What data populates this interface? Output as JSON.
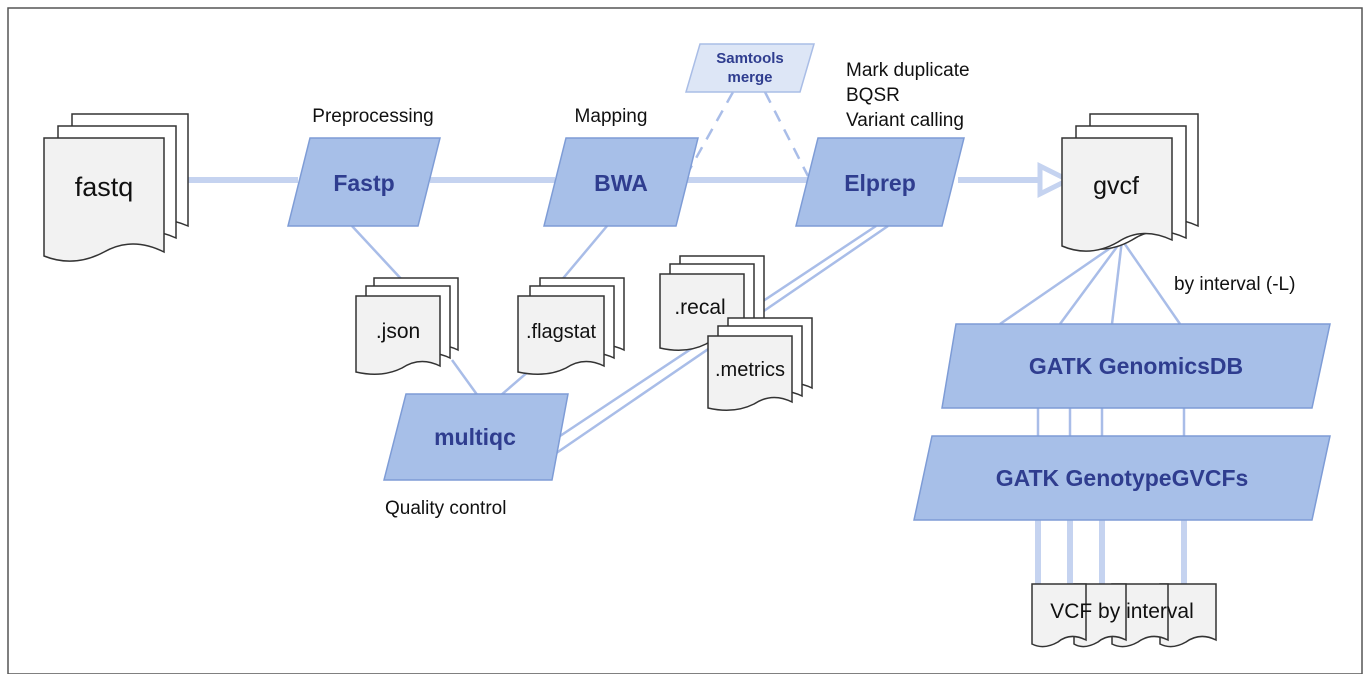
{
  "nodes": {
    "fastq": "fastq",
    "fastp": "Fastp",
    "bwa": "BWA",
    "elprep": "Elprep",
    "gvcf": "gvcf",
    "samtools_line1": "Samtools",
    "samtools_line2": "merge",
    "json": ".json",
    "flagstat": ".flagstat",
    "recal": ".recal",
    "metrics": ".metrics",
    "multiqc": "multiqc",
    "genomicsdb": "GATK GenomicsDB",
    "genotypegvcfs": "GATK GenotypeGVCFs",
    "vcf_by_interval": "VCF by interval"
  },
  "labels": {
    "preprocessing": "Preprocessing",
    "mapping": "Mapping",
    "mark_duplicate": "Mark duplicate",
    "bqsr": "BQSR",
    "variant_calling": "Variant calling",
    "quality_control": "Quality control",
    "by_interval": "by interval (-L)"
  },
  "colors": {
    "process_fill": "#a7bfe8",
    "process_text": "#2f3d8f",
    "connector": "#a9bde8"
  }
}
